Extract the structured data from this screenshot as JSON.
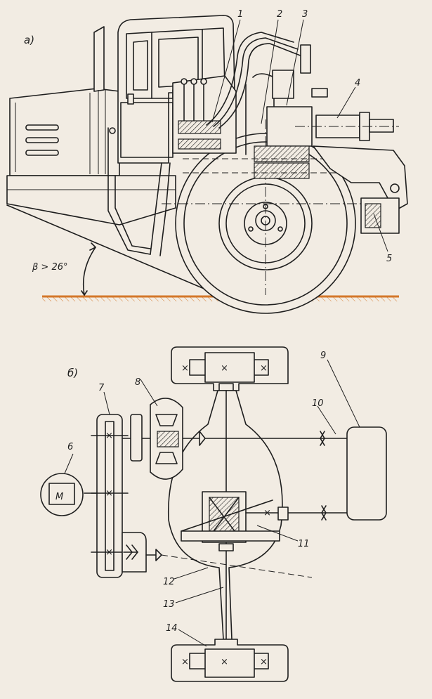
{
  "figure": {
    "panel_a_label": "а)",
    "panel_b_label": "б)",
    "angle_label": "β > 26°",
    "motor_label": "M",
    "callouts": [
      "1",
      "2",
      "3",
      "4",
      "5",
      "6",
      "7",
      "8",
      "9",
      "10",
      "11",
      "12",
      "13",
      "14"
    ]
  },
  "colors": {
    "paper": "#f2ece3",
    "ink": "#1e1e1e",
    "ground": "#d4772a"
  }
}
